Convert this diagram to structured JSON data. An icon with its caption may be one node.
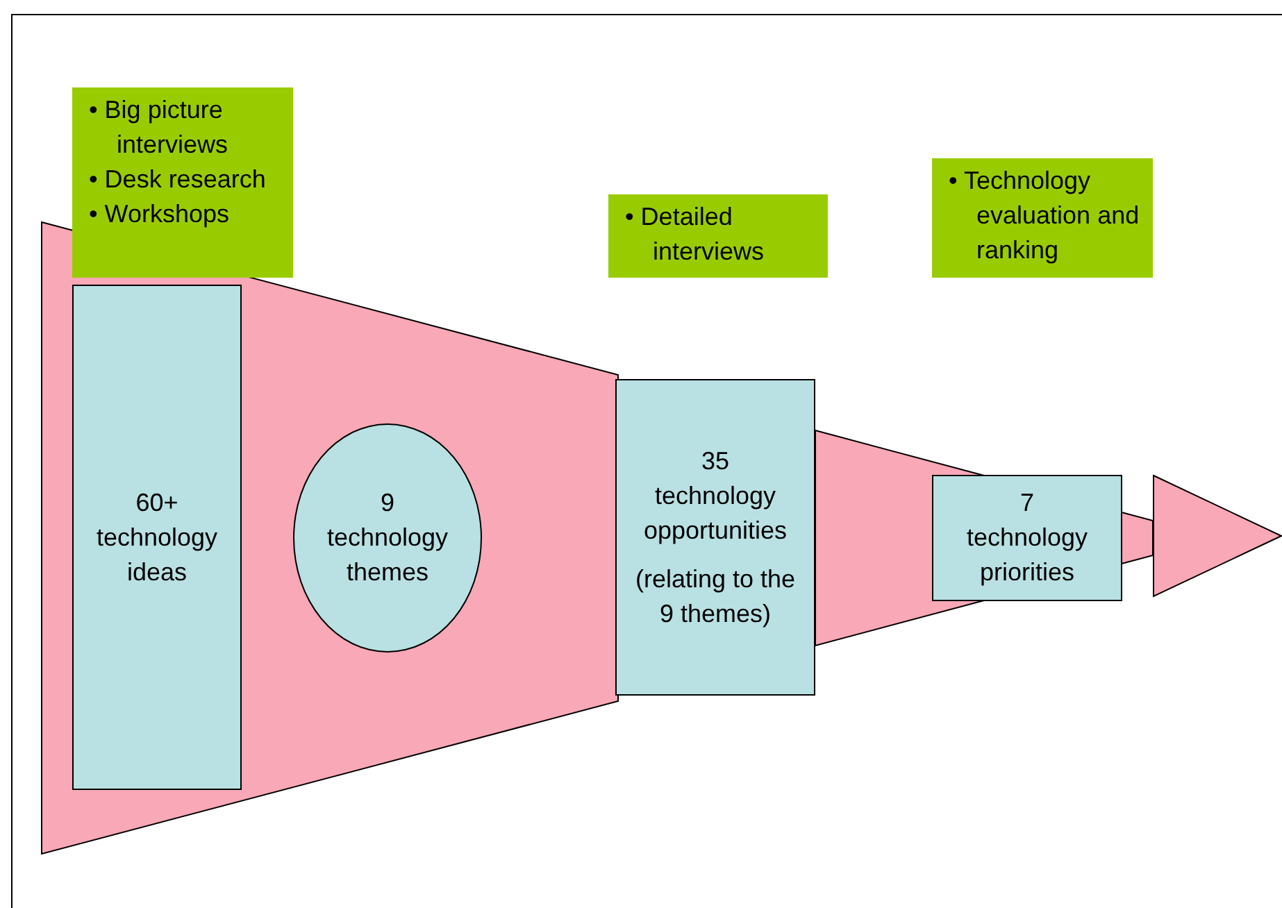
{
  "diagram": {
    "nodes": [
      {
        "text": [
          "• Big picture interviews",
          "• Desk research",
          "• Workshops"
        ]
      },
      {
        "text": [
          "• Detailed interviews"
        ]
      },
      {
        "text": [
          "• Technology evaluation and ranking"
        ]
      },
      {
        "text": [
          "60+ technology ideas"
        ]
      },
      {
        "text": [
          "9 technology themes"
        ]
      },
      {
        "text": [
          "35 technology opportunities",
          "(relating to the 9 themes)"
        ]
      },
      {
        "text": [
          "7 technology priorities"
        ]
      },
      {
        "text": [],
        "shape": "triangle"
      }
    ]
  }
}
